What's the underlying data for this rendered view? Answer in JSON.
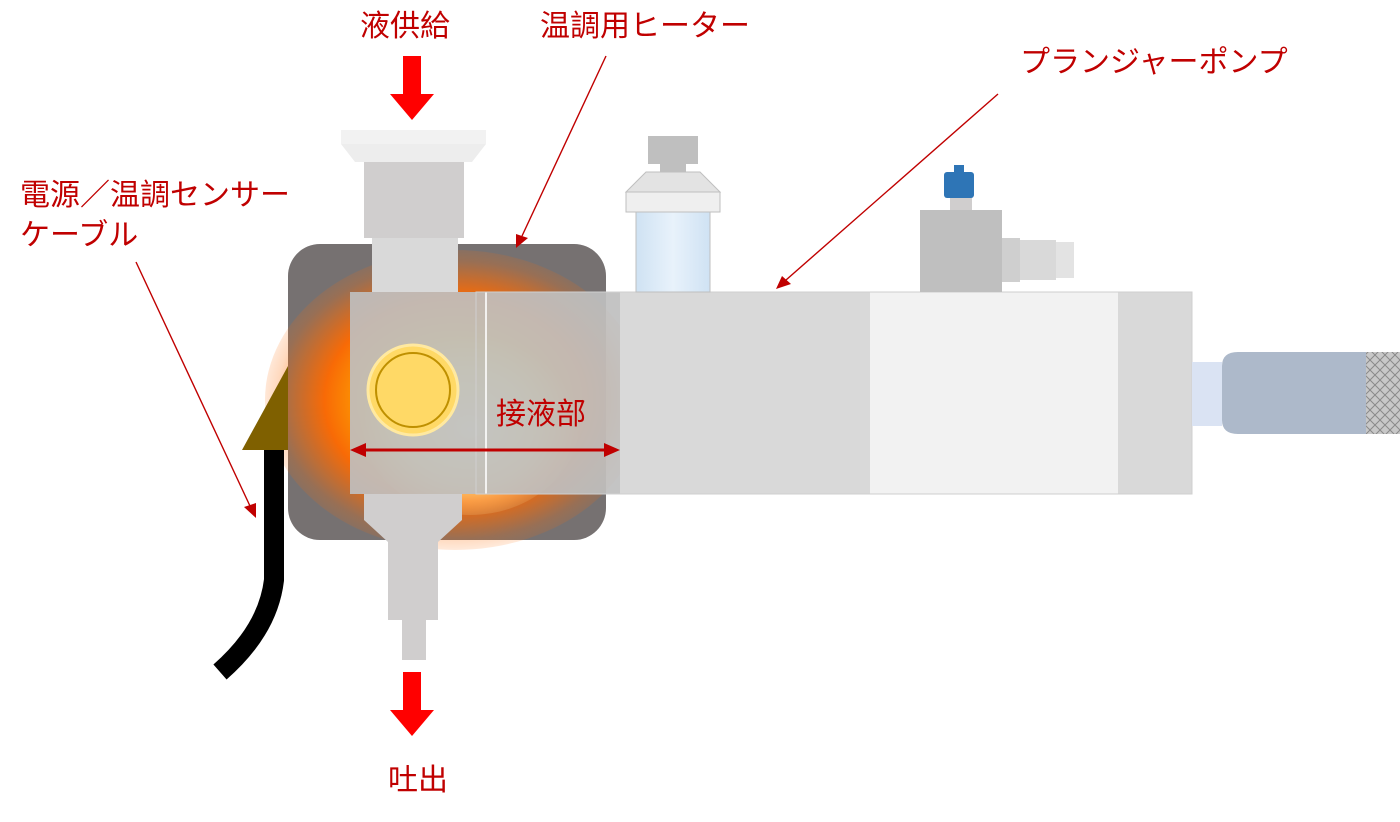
{
  "labels": {
    "liquid_supply": "液供給",
    "heater": "温調用ヒーター",
    "plunger_pump": "プランジャーポンプ",
    "cable_line1": "電源／温調センサー",
    "cable_line2": "ケーブル",
    "wetted_part": "接液部",
    "discharge": "吐出"
  },
  "colors": {
    "label_red": "#c00000",
    "flow_arrow": "#ff0000",
    "heater_body": "#767171",
    "cable": "#000000",
    "cable_sleeve": "#7f6000",
    "port": "#ffd966",
    "sensor_cap": "#2e75b6",
    "sight_glass": "#deebf7",
    "fitting": "#adb9ca"
  },
  "icons": {
    "flow_in": "red-down-arrow-icon",
    "flow_out": "red-down-arrow-icon",
    "span": "double-headed-arrow-icon"
  }
}
